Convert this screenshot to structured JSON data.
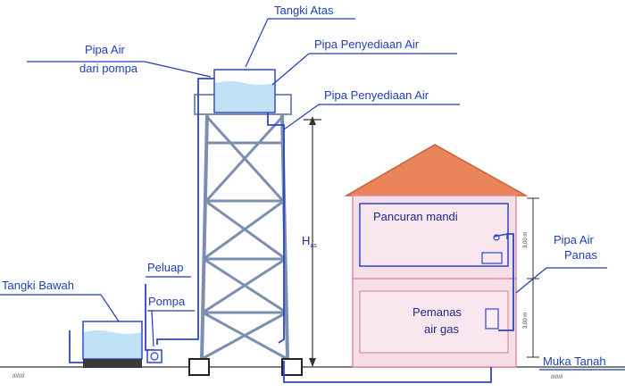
{
  "labels": {
    "tangki_atas": "Tangki Atas",
    "pipa_air_line1": "Pipa Air",
    "pipa_air_line2": "dari pompa",
    "pipa_penyediaan_1": "Pipa Penyediaan Air",
    "pipa_penyediaan_2": "Pipa Penyediaan Air",
    "tangki_bawah": "Tangki Bawah",
    "peluap": "Peluap",
    "pompa": "Pompa",
    "h_main": "H",
    "h_sub": "as",
    "pancuran_mandi": "Pancuran mandi",
    "pipa_air_panas_line1": "Pipa Air",
    "pipa_air_panas_line2": "Panas",
    "pemanas_line1": "Pemanas",
    "pemanas_line2": "air gas",
    "muka_tanah": "Muka Tanah",
    "dim_upper": "3,00 m",
    "dim_lower": "3,00 m",
    "ground_hatch_left": "////////",
    "ground_hatch_right": "////////"
  },
  "colors": {
    "line_blue": "#2a46c8",
    "tower_gray": "#7d8fb0",
    "roof": "#e9845a",
    "house_wall": "#f3d8e2",
    "house_border": "#e0a0b0",
    "water": "#bfe3f5"
  }
}
